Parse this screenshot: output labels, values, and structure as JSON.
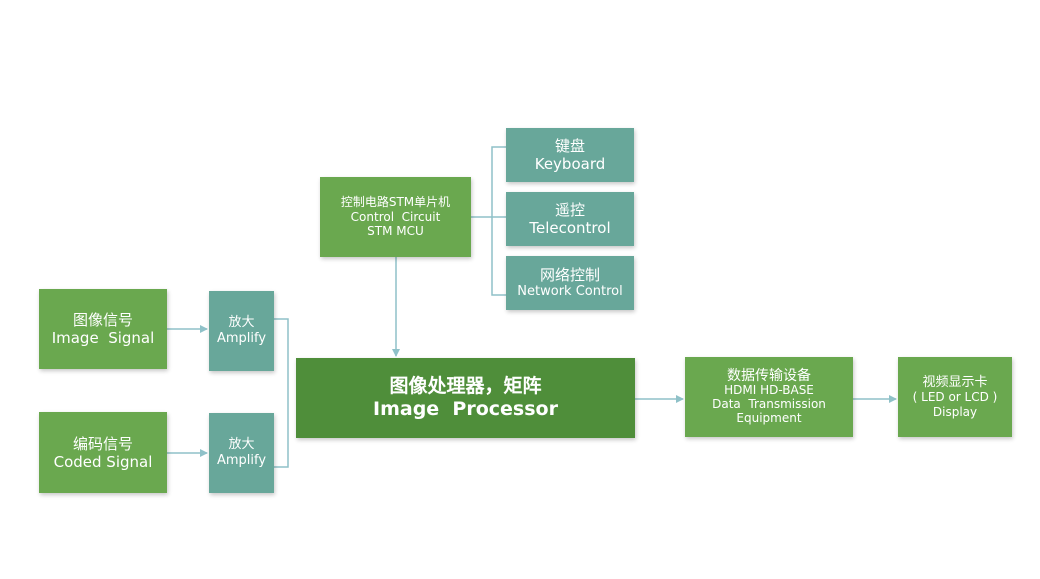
{
  "colors": {
    "green": "#6aa84f",
    "teal": "#68a79a",
    "dark_green": "#4f8e3a",
    "connector": "#8fc1c8"
  },
  "nodes": {
    "image_signal": {
      "zh": "图像信号",
      "en": "Image  Signal"
    },
    "coded_signal": {
      "zh": "编码信号",
      "en": "Coded Signal"
    },
    "amplify_top": {
      "zh": "放大",
      "en": "Amplify"
    },
    "amplify_bottom": {
      "zh": "放大",
      "en": "Amplify"
    },
    "control_circuit": {
      "zh": "控制电路STM单片机",
      "en": "Control  Circuit",
      "en2": "STM MCU"
    },
    "keyboard": {
      "zh": "键盘",
      "en": "Keyboard"
    },
    "telecontrol": {
      "zh": "遥控",
      "en": "Telecontrol"
    },
    "network_control": {
      "zh": "网络控制",
      "en": "Network Control"
    },
    "image_processor": {
      "zh": "图像处理器，矩阵",
      "en": "Image  Processor"
    },
    "data_transmission": {
      "zh": "数据传输设备",
      "en": "HDMI HD-BASE",
      "en2": "Data  Transmission",
      "en3": "Equipment"
    },
    "display_card": {
      "zh": "视频显示卡",
      "en": "( LED or LCD )",
      "en2": "Display"
    }
  }
}
